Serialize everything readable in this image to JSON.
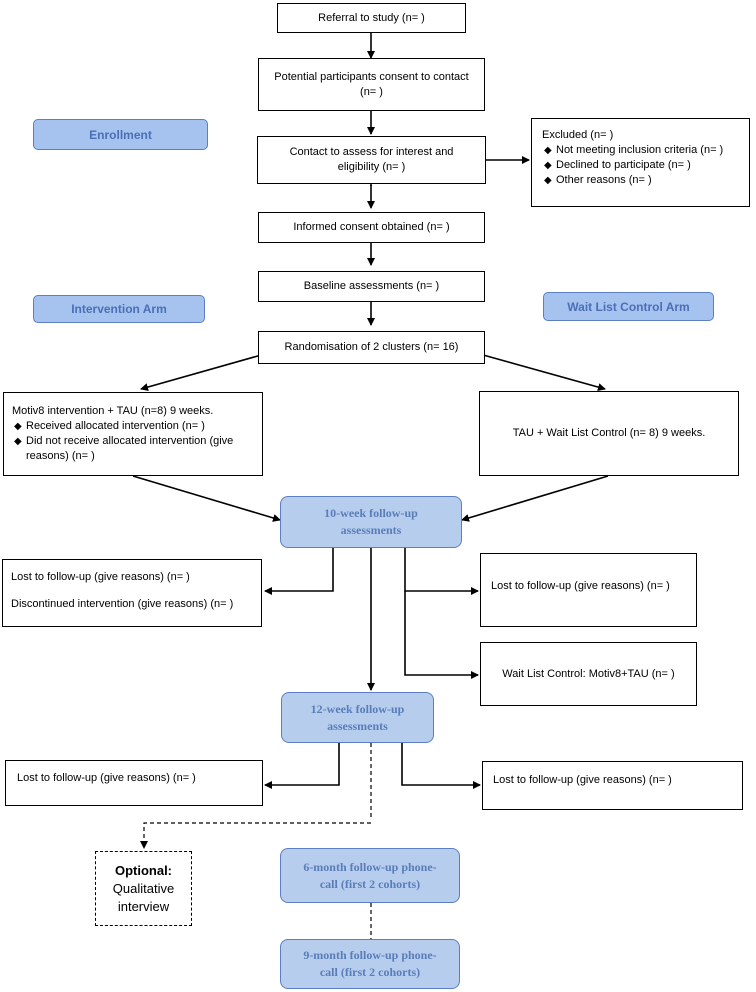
{
  "labels": {
    "enrollment": "Enrollment",
    "intervention_arm": "Intervention Arm",
    "wait_list_arm": "Wait List Control Arm"
  },
  "boxes": {
    "referral": "Referral to study (n=  )",
    "consent_contact_1": "Potential participants consent to contact",
    "consent_contact_2": "(n=  )",
    "assess_1": "Contact to assess for interest and",
    "assess_2": "eligibility (n=  )",
    "informed_consent": "Informed consent obtained (n=  )",
    "baseline": "Baseline assessments (n=  )",
    "randomisation": "Randomisation of 2 clusters (n= 16)",
    "excluded": {
      "title": "Excluded  (n=  )",
      "items": [
        "Not meeting inclusion criteria (n=  )",
        "Declined to participate (n=  )",
        "Other reasons (n=  )"
      ]
    },
    "intervention": {
      "title": "Motiv8 intervention + TAU (n=8) 9 weeks.",
      "items": [
        "Received allocated intervention (n=  )",
        "Did not receive allocated intervention (give reasons) (n=  )"
      ]
    },
    "control": "TAU + Wait List Control (n= 8) 9 weeks.",
    "lost_left_10_a": "Lost to follow-up (give reasons) (n=  )",
    "lost_left_10_b": "Discontinued intervention (give reasons) (n=  )",
    "lost_right_10": "Lost to follow-up (give reasons) (n=  )",
    "wait_list_motiv8": "Wait List Control: Motiv8+TAU (n=  )",
    "lost_left_12": "Lost to follow-up (give reasons) (n=  )",
    "lost_right_12": "Lost to follow-up (give reasons) (n=  )",
    "optional_1": "Optional:",
    "optional_2": "Qualitative",
    "optional_3": "interview"
  },
  "followups": {
    "week10_1": "10-week follow-up",
    "week10_2": "assessments",
    "week12_1": "12-week follow-up",
    "week12_2": "assessments",
    "month6_1": "6-month follow-up phone-",
    "month6_2": "call (first 2 cohorts)",
    "month9_1": "9-month follow-up phone-",
    "month9_2": "call (first 2 cohorts)"
  },
  "bullet_glyph": "◆",
  "colors": {
    "label_fill": "#a6c3f0",
    "label_text": "#4a6fb5",
    "followup_fill": "#b6cdee"
  }
}
